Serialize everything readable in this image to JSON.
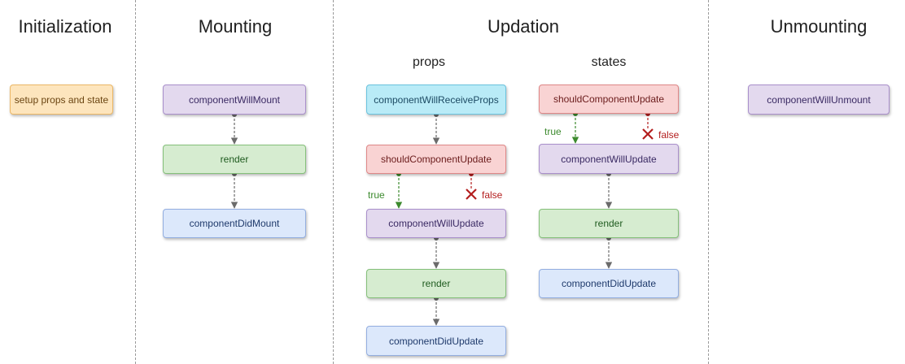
{
  "phases": {
    "initialization": "Initialization",
    "mounting": "Mounting",
    "updation": "Updation",
    "unmounting": "Unmounting"
  },
  "subtitles": {
    "props": "props",
    "states": "states"
  },
  "initialization": {
    "setup": "setup props and state"
  },
  "mounting": {
    "will_mount": "componentWillMount",
    "render": "render",
    "did_mount": "componentDidMount"
  },
  "props_flow": {
    "will_receive_props": "componentWillReceiveProps",
    "should_update": "shouldComponentUpdate",
    "will_update": "componentWillUpdate",
    "render": "render",
    "did_update": "componentDidUpdate",
    "true_label": "true",
    "false_label": "false"
  },
  "states_flow": {
    "should_update": "shouldComponentUpdate",
    "will_update": "componentWillUpdate",
    "render": "render",
    "did_update": "componentDidUpdate",
    "true_label": "true",
    "false_label": "false"
  },
  "unmounting": {
    "will_unmount": "componentWillUnmount"
  },
  "colors": {
    "connector": "#6b6b6b",
    "true_arrow": "#3c8a2e",
    "false_arrow": "#b31e1e"
  }
}
